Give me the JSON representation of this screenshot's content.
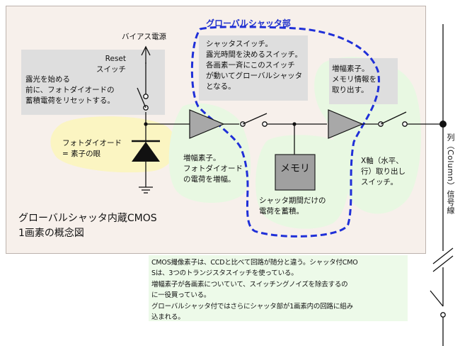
{
  "bias_label": "バイアス電源",
  "reset_label": "Reset\nスイッチ",
  "reset_desc": "露光を始める\n前に、フォトダイオードの\n蓄積電荷をリセットする。",
  "photodiode_label": "フォトダイオード\n= 素子の眼",
  "amp1_desc": "増幅素子。\nフォトダイオード\nの電荷を増幅。",
  "global_shutter_label": "グローバルシャッタ部",
  "shutter_switch_desc": "シャッタスイッチ。\n露光時間を決めるスイッチ。\n各画素一斉にこのスイッチ\nが動いてグローバルシャッタ\nとなる。",
  "memory_label": "メモリ",
  "memory_desc": "シャッタ期間だけの\n電荷を蓄積。",
  "amp2_desc": "増幅素子。\nメモリ情報を\n取り出す。",
  "x_switch_desc": "X軸（水平、\n行）取り出し\nスイッチ。",
  "column_line_label": "列（Column）信号線",
  "figure_title": "グローバルシャッタ内蔵CMOS\n1画素の概念図",
  "explanation": "CMOS撮像素子は、CCDと比べて回路が随分と違う。シャッタ付CMO\nSは、3つのトランジスタスイッチを使っている。\n増幅素子が各画素についていて、スイッチングノイズを除去するの\nに一役買っている。\nグローバルシャッタ付ではさらにシャッタ部が1画素内の回路に組み\n込まれる。",
  "colors": {
    "panel_bg": "#f7f0eb",
    "note_gray": "#dedede",
    "yellow_blob": "#fbf5c2",
    "green_blob": "#e8f8e2",
    "triangle_gray": "#a8a8a8",
    "diode_black": "#111111",
    "dashed_blue": "#1f2fd8",
    "note_green": "#edfae9"
  }
}
